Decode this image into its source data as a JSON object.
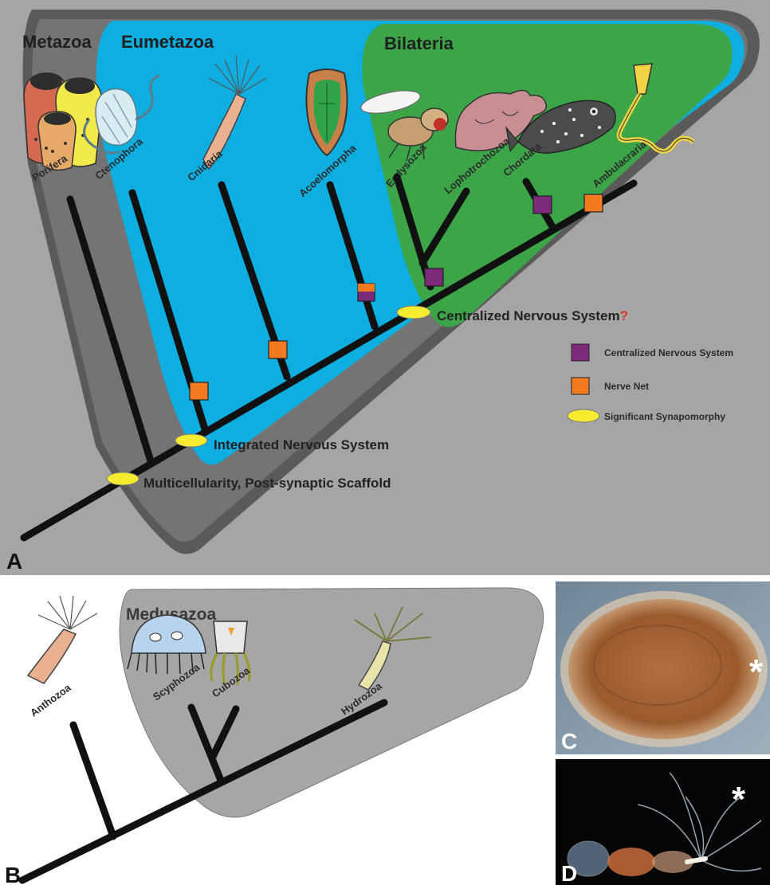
{
  "colors": {
    "panel_a_bg": "#a5a5a5",
    "metazoa": "#5a5a5a",
    "eumetazoa": "#0eaee0",
    "bilateria": "#3ba548",
    "branch": "#111111",
    "nerve_net": "#f47a20",
    "central_ns": "#7d2a7b",
    "synapomorphy": "#f5ec2f",
    "question_mark": "#e03224"
  },
  "panel_a": {
    "letter": "A",
    "clades": {
      "metazoa": "Metazoa",
      "eumetazoa": "Eumetazoa",
      "bilateria": "Bilateria"
    },
    "taxa": [
      "Porifera",
      "Ctenophora",
      "Cnidaria",
      "Acoelomorpha",
      "Ecdysozoa",
      "Lophotrochozoa",
      "Chordata",
      "Ambulacraria"
    ],
    "synapomorphies": {
      "multicellularity": "Multicellularity, Post-synaptic Scaffold",
      "integrated": "Integrated Nervous System",
      "centralized": "Centralized Nervous System",
      "centralized_mark": "?"
    },
    "legend": [
      {
        "symbol": "purple-square",
        "label": "Centralized Nervous System"
      },
      {
        "symbol": "orange-square",
        "label": "Nerve Net"
      },
      {
        "symbol": "yellow-ellipse",
        "label": "Significant Synapomorphy"
      }
    ]
  },
  "panel_b": {
    "letter": "B",
    "clade": "Medusazoa",
    "taxa": [
      "Anthozoa",
      "Scyphozoa",
      "Cubozoa",
      "Hydrozoa"
    ]
  },
  "panel_c": {
    "letter": "C",
    "marker": "*"
  },
  "panel_d": {
    "letter": "D",
    "marker": "*"
  }
}
